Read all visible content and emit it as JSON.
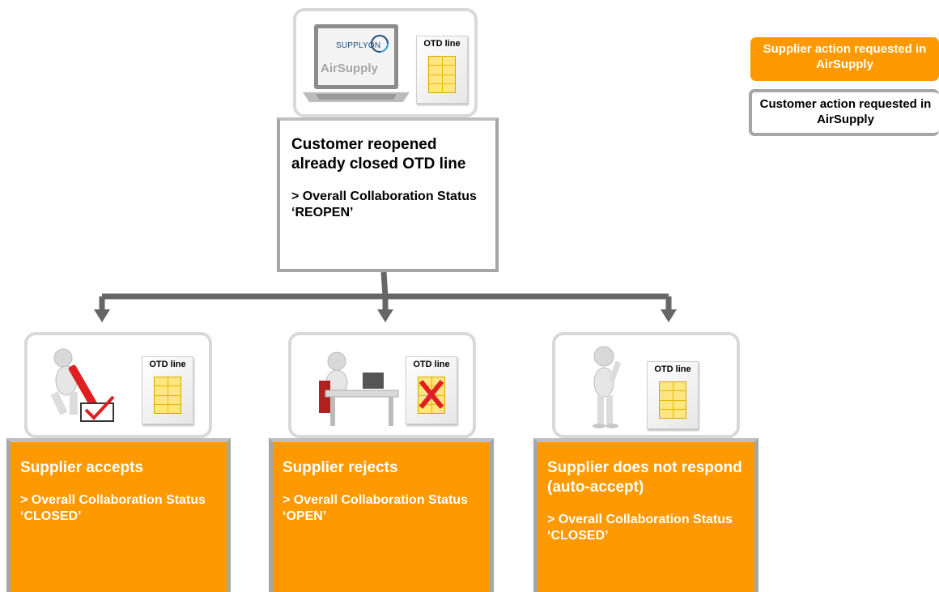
{
  "top": {
    "logo_text": "SUPPLYON",
    "app_name": "AirSupply",
    "doc_label": "OTD line",
    "title": "Customer reopened already closed OTD line",
    "status": "> Overall Collaboration Status ‘REOPEN’"
  },
  "legend": {
    "supplier": "Supplier action requested in AirSupply",
    "customer": "Customer action requested in AirSupply",
    "supplier_color": "#ff9900",
    "customer_border": "#a6a6a6"
  },
  "branches": [
    {
      "doc_label": "OTD line",
      "title": "Supplier accepts",
      "status": " > Overall Collaboration Status ‘CLOSED’",
      "figure_icon": "person-checkmark-icon"
    },
    {
      "doc_label": "OTD line",
      "title": "Supplier rejects",
      "status": " > Overall Collaboration Status ‘OPEN’",
      "figure_icon": "person-desk-icon"
    },
    {
      "doc_label": "OTD line",
      "title": "Supplier does not respond (auto-accept)",
      "status": " > Overall Collaboration Status ‘CLOSED’",
      "figure_icon": "person-thinking-icon"
    }
  ],
  "colors": {
    "orange": "#ff9900",
    "connector": "#666666",
    "frame": "#d9d9d9"
  }
}
